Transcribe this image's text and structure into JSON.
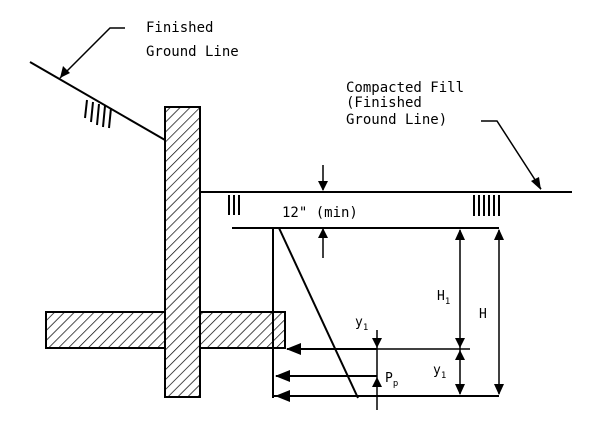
{
  "labels": {
    "finished_ground_line_1": "Finished",
    "finished_ground_line_2": "Ground Line",
    "compacted_fill_1": "Compacted Fill",
    "compacted_fill_2": "(Finished",
    "compacted_fill_3": "Ground Line)",
    "min_depth": "12\" (min)",
    "h1_main": "H",
    "h1_sub": "1",
    "h_total": "H",
    "y1_upper_main": "y",
    "y1_upper_sub": "1",
    "y1_lower_main": "y",
    "y1_lower_sub": "1",
    "pp_main": "P",
    "pp_sub": "p"
  },
  "colors": {
    "line": "#000000",
    "background": "#ffffff"
  }
}
